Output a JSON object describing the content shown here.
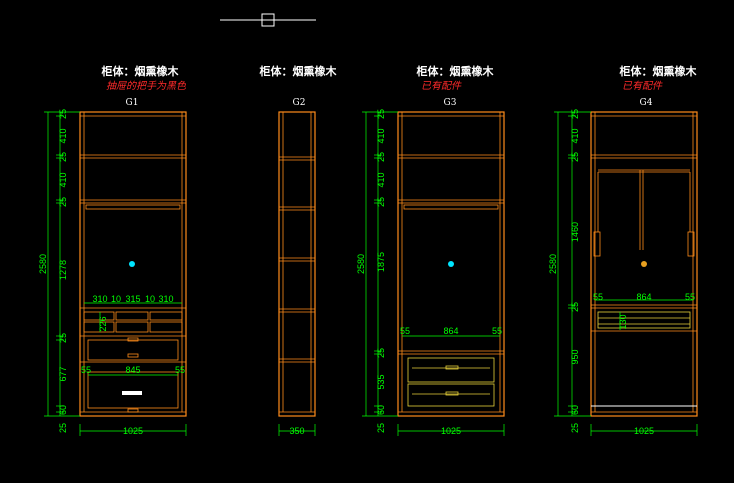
{
  "toolbar_marker": {
    "icon": "rectangle-marker-icon"
  },
  "colors": {
    "background": "#000000",
    "cabinet": "#ff8c1a",
    "dimension": "#00ff00",
    "title": "#ffffff",
    "note": "#ff2a2a",
    "drawer": "#e8d23a",
    "hanger_dot": "#00e5ff"
  },
  "cabinets": [
    {
      "id": "G1",
      "title": "柜体：烟熏橡木",
      "note": "抽屉的把手为黑色",
      "code": "G1",
      "width_dim": "1025",
      "total_height": "2580",
      "side_dims": [
        "25",
        "410",
        "25",
        "410",
        "25",
        "1278",
        "25",
        "677",
        "60",
        "25"
      ],
      "inner_dims_top": [
        "310",
        "10",
        "315",
        "10",
        "310"
      ],
      "inner_dims_mid": [
        "226"
      ],
      "inner_dims_low": [
        "55",
        "845",
        "55"
      ]
    },
    {
      "id": "G2",
      "title": "柜体：烟熏橡木",
      "note": "",
      "code": "G2",
      "width_dim": "350"
    },
    {
      "id": "G3",
      "title": "柜体：烟熏橡木",
      "note": "已有配件",
      "code": "G3",
      "width_dim": "1025",
      "total_height": "2580",
      "side_dims": [
        "25",
        "410",
        "25",
        "410",
        "25",
        "1875",
        "25",
        "535",
        "60",
        "25"
      ],
      "inner_dims": [
        "55",
        "864",
        "55"
      ]
    },
    {
      "id": "G4",
      "title": "柜体：烟熏橡木",
      "note": "已有配件",
      "code": "G4",
      "width_dim": "1025",
      "total_height": "2580",
      "side_dims": [
        "25",
        "410",
        "25",
        "1460",
        "25",
        "950",
        "60",
        "25"
      ],
      "inner_dims": [
        "55",
        "864",
        "55"
      ],
      "inner_dims_mid": [
        "130"
      ]
    }
  ]
}
